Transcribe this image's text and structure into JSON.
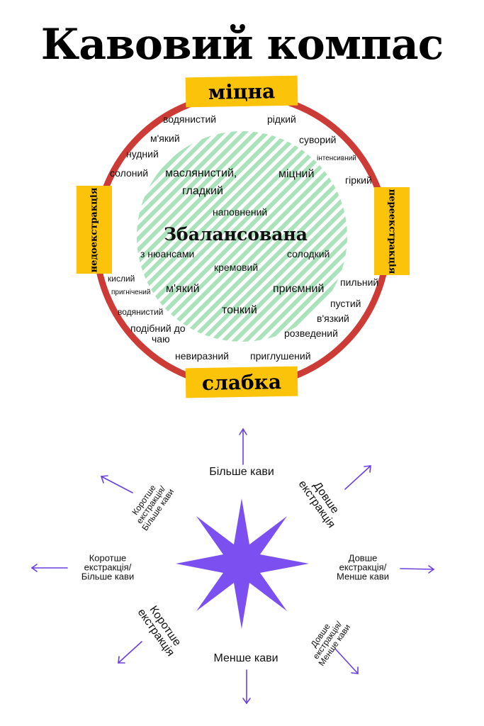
{
  "title": "Кавовий компас",
  "wheel": {
    "top_label": "міцна",
    "bottom_label": "слабка",
    "left_label": "недоекстракція",
    "right_label": "переекстракція",
    "center_label": "Збалансована",
    "descriptors": [
      "водянистий",
      "рідкий",
      "м'який",
      "суворий",
      "нудний",
      "інтенсивний",
      "солоний",
      "маслянистий,",
      "міцний",
      "гіркий",
      "гладкий",
      "наповнений",
      "з нюансами",
      "солодкий",
      "кремовий",
      "пильний",
      "кислий",
      "пригнічений",
      "м'який",
      "приємний",
      "пустий",
      "тонкий",
      "водянистий",
      "в'язкий",
      "подібний до",
      "чаю",
      "розведений",
      "невиразний",
      "приглушений"
    ],
    "colors": {
      "ring": "#cc3b36",
      "tag": "#fcc30b",
      "hatch": "#a9e2bb"
    }
  },
  "compass": {
    "north": "Більше кави",
    "south": "Менше кави",
    "west": [
      "Коротше",
      "екстракція/",
      "Більше кави"
    ],
    "east": [
      "Довше",
      "екстракція/",
      "Менше кави"
    ],
    "northwest": [
      "Коротше",
      "екстракція/",
      "Більше кави"
    ],
    "northeast": [
      "Довше",
      "екстракція"
    ],
    "southwest": [
      "Коротше",
      "екстракція"
    ],
    "southeast": [
      "Довше",
      "екстракція/",
      "Менше кави"
    ],
    "colors": {
      "star": "#7b4ff0",
      "arrow": "#6a3fe0"
    }
  }
}
